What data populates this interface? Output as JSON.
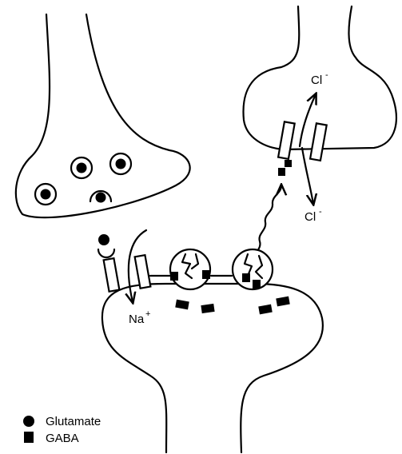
{
  "labels": {
    "chloride_top": "Cl",
    "chloride_top_charge": "-",
    "chloride_bottom": "Cl",
    "chloride_bottom_charge": "-",
    "sodium": "Na",
    "sodium_charge": "+"
  },
  "legend": {
    "glutamate": "Glutamate",
    "gaba": "GABA"
  }
}
